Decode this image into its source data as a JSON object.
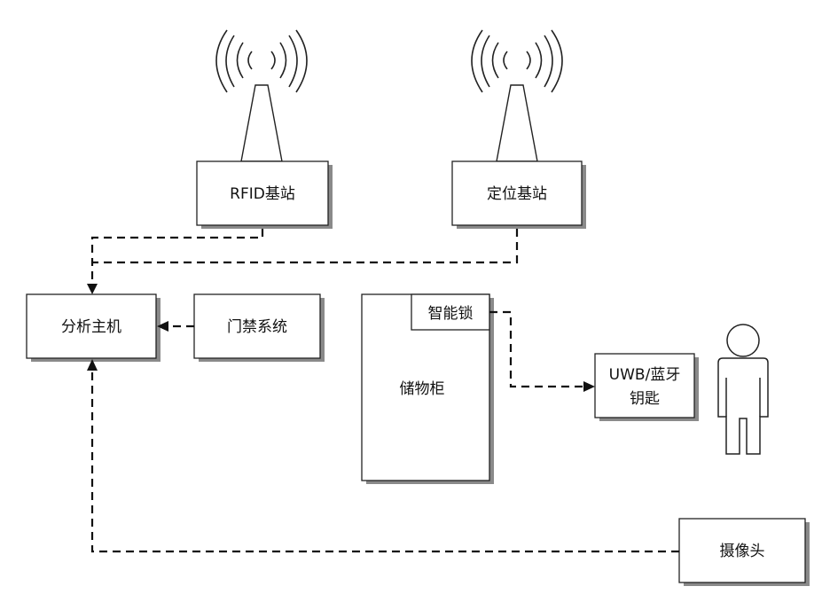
{
  "nodes": {
    "rfid_base_station": "RFID基站",
    "positioning_base_station": "定位基站",
    "analysis_host": "分析主机",
    "access_control_system": "门禁系统",
    "storage_cabinet": "储物柜",
    "smart_lock": "智能锁",
    "uwb_bluetooth_key_line1": "UWB/蓝牙",
    "uwb_bluetooth_key_line2": "钥匙",
    "camera": "摄像头"
  },
  "edges": [
    {
      "from": "rfid_base_station",
      "to": "analysis_host",
      "style": "dashed-arrow"
    },
    {
      "from": "positioning_base_station",
      "to": "analysis_host",
      "style": "dashed-arrow"
    },
    {
      "from": "access_control_system",
      "to": "analysis_host",
      "style": "dashed-arrow"
    },
    {
      "from": "camera",
      "to": "analysis_host",
      "style": "dashed-arrow"
    },
    {
      "from": "smart_lock",
      "to": "uwb_bluetooth_key",
      "style": "dashed-arrow"
    }
  ],
  "icons": [
    "antenna-tower-icon",
    "antenna-tower-icon",
    "person-icon"
  ]
}
